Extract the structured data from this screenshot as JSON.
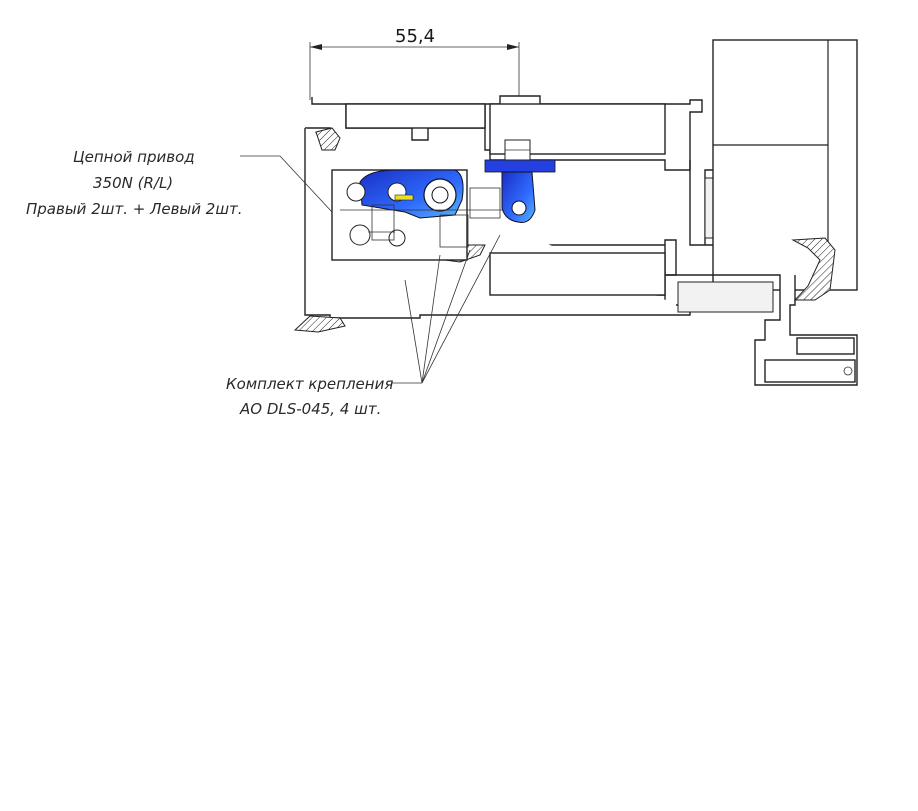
{
  "dimension": {
    "value": "55,4"
  },
  "callouts": {
    "drive_line1": "Цепной привод",
    "drive_line2": "350N (R/L)",
    "drive_line3": "Правый 2шт. + Левый 2шт.",
    "kit_line1": "Комплект крепления",
    "kit_line2": "AO DLS-045, 4 шт."
  },
  "colors": {
    "drive_blue": "#1f3fd6",
    "drive_light": "#4aa0ff",
    "bracket_blue": "#2540e0",
    "accent_yellow": "#e8e020"
  }
}
